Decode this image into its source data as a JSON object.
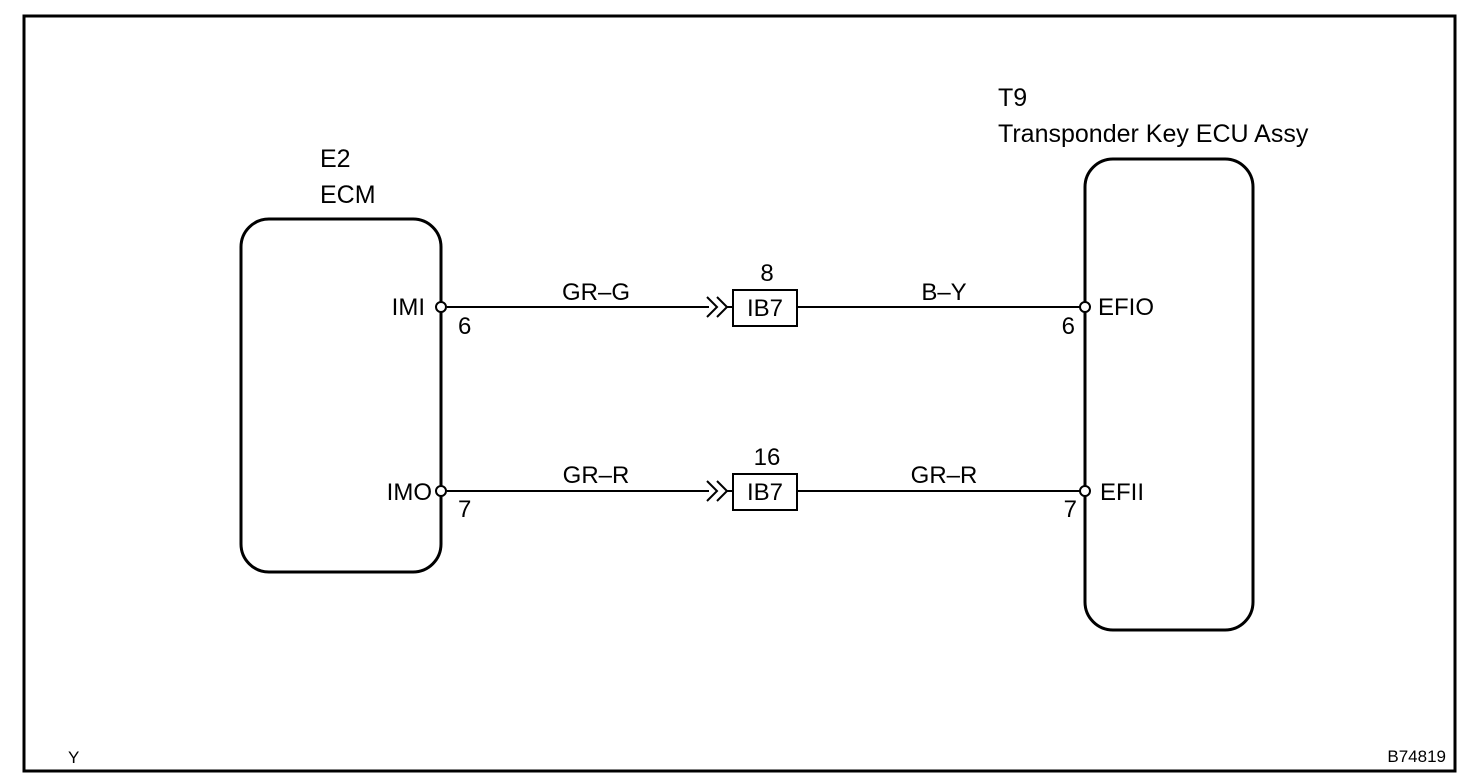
{
  "ecm": {
    "code": "E2",
    "name": "ECM",
    "pins": [
      {
        "name": "IMI",
        "number": "6"
      },
      {
        "name": "IMO",
        "number": "7"
      }
    ]
  },
  "ecu": {
    "code": "T9",
    "name": "Transponder Key ECU Assy",
    "pins": [
      {
        "name": "EFIO",
        "number": "6"
      },
      {
        "name": "EFII",
        "number": "7"
      }
    ]
  },
  "circuits": [
    {
      "from": "IMI",
      "to": "EFIO",
      "wire_left": "GR–G",
      "wire_right": "B–Y",
      "connector": {
        "code": "IB7",
        "pin": "8"
      }
    },
    {
      "from": "IMO",
      "to": "EFII",
      "wire_left": "GR–R",
      "wire_right": "GR–R",
      "connector": {
        "code": "IB7",
        "pin": "16"
      }
    }
  ],
  "footer": {
    "left_mark": "Y",
    "figure_id": "B74819"
  }
}
